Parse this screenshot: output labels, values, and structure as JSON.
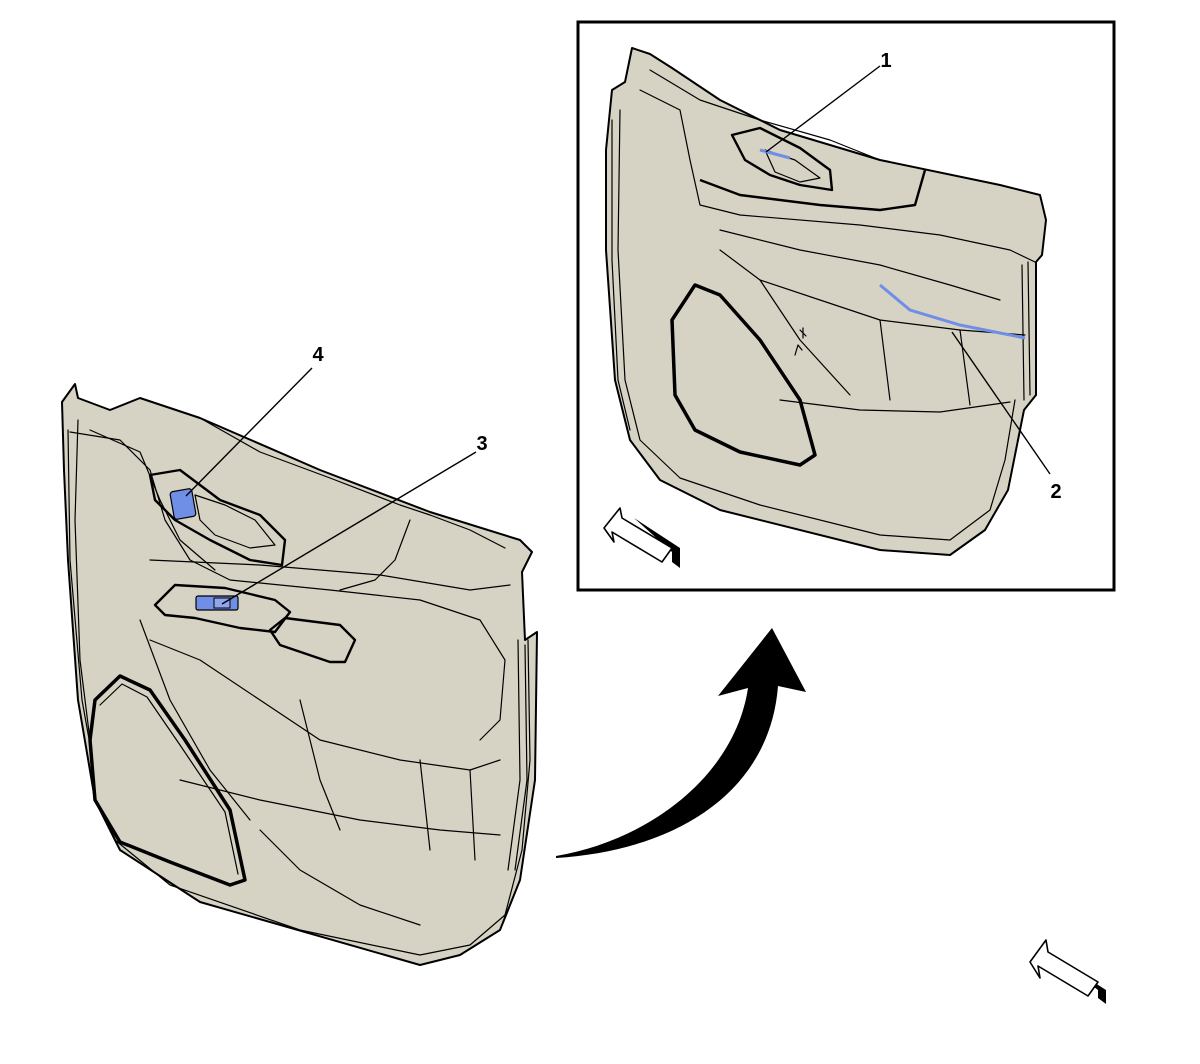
{
  "colors": {
    "background": "#ffffff",
    "panel_fill": "#d6d3c4",
    "panel_shade": "#c9c6b5",
    "highlight": "#6f8ee6",
    "line": "#000000"
  },
  "callouts": [
    {
      "id": "1",
      "label": "1"
    },
    {
      "id": "2",
      "label": "2"
    },
    {
      "id": "3",
      "label": "3"
    },
    {
      "id": "4",
      "label": "4"
    }
  ],
  "icons": {
    "direction_arrow": "forward-direction-arrow-icon",
    "transition_arrow": "curved-arrow-icon"
  }
}
